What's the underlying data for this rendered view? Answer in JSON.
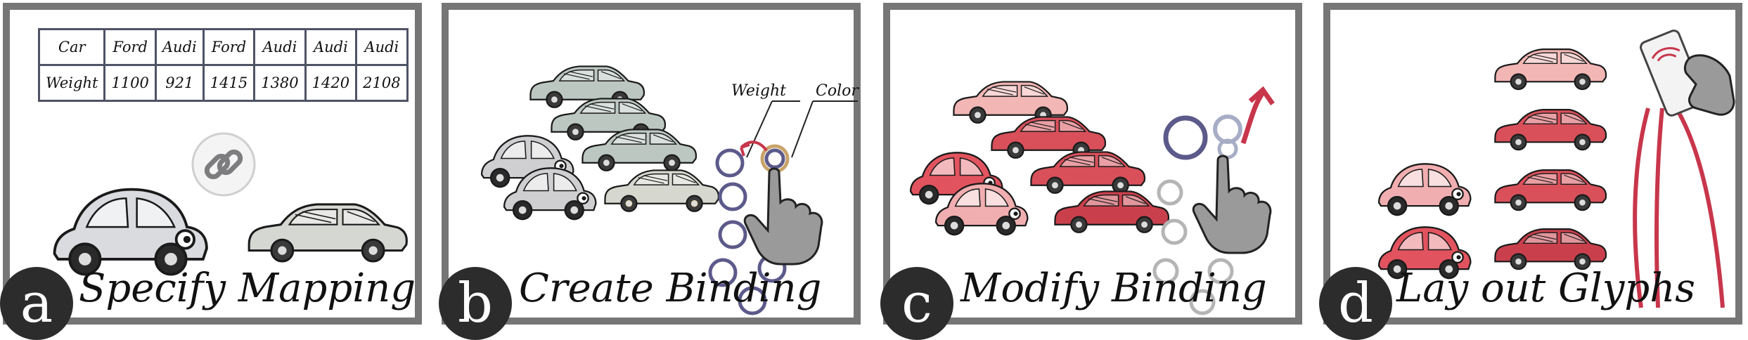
{
  "panels": [
    {
      "letter": "a",
      "caption": "Specify Mapping"
    },
    {
      "letter": "b",
      "caption": "Create Binding"
    },
    {
      "letter": "c",
      "caption": "Modify Binding"
    },
    {
      "letter": "d",
      "caption": "Lay out Glyphs"
    }
  ],
  "table": {
    "header": [
      "Car",
      "Ford",
      "Audi",
      "Ford",
      "Audi",
      "Audi",
      "Audi"
    ],
    "row": [
      "Weight",
      "1100",
      "921",
      "1415",
      "1380",
      "1420",
      "2108"
    ]
  },
  "labels": {
    "weight": "Weight",
    "color": "Color"
  },
  "icons": [
    "link-icon",
    "hand-icon",
    "phone-icon",
    "car-glyph-icon"
  ],
  "colors": {
    "border": "#767676",
    "ring": "#5c5a8a",
    "accent": "#c8364b",
    "car_green": "#6d8a78",
    "car_red": "#d9505a",
    "car_pink": "#f2b6b4"
  }
}
